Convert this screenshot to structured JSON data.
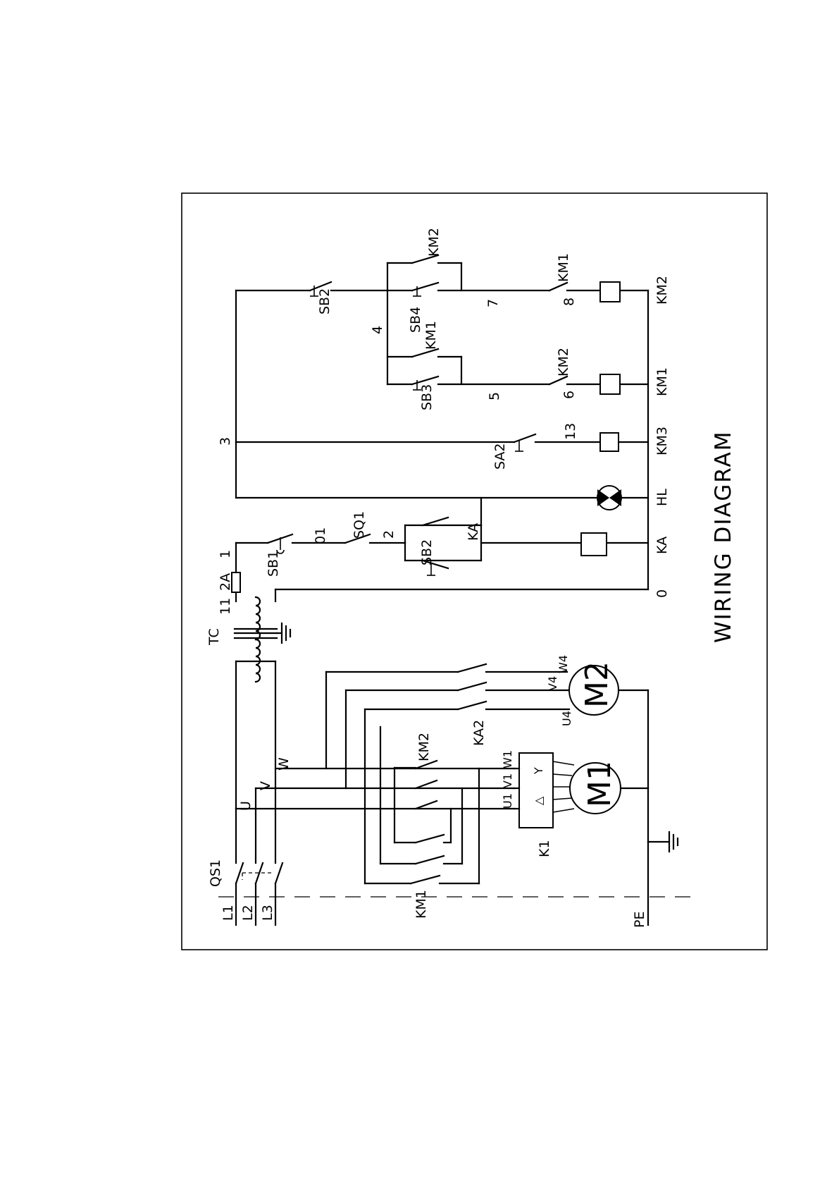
{
  "title": "WIRING DIAGRAM",
  "power_labels": {
    "l1": "L1",
    "l2": "L2",
    "l3": "L3",
    "pe": "PE",
    "qs1": "QS1",
    "u": "U",
    "v": "V",
    "w": "W"
  },
  "motor_labels": {
    "km1": "KM1",
    "km2": "KM2",
    "ka2": "KA2",
    "k1": "K1",
    "u1": "U1",
    "v1": "V1",
    "w1": "W1",
    "u4": "U4",
    "v4": "V4",
    "w4": "W4",
    "m1": "M1",
    "m2": "M2",
    "delta": "△",
    "star": "Y"
  },
  "transformer_labels": {
    "tc": "TC",
    "n11": "11",
    "fuse": "2A",
    "n1": "1"
  },
  "control_labels": {
    "sb1": "SB1",
    "n01": "01",
    "sq1": "SQ1",
    "n2": "2",
    "sb2a": "SB2",
    "kaContact": "KA",
    "n3": "3",
    "sa2": "SA2",
    "n13": "13",
    "sb3": "SB3",
    "km1a": "KM1",
    "n5": "5",
    "km2nc": "KM2",
    "n6": "6",
    "n4": "4",
    "sb2b": "SB2",
    "sb4": "SB4",
    "km2a": "KM2",
    "n7": "7",
    "km1nc": "KM1",
    "n8": "8"
  },
  "coil_labels": {
    "n0": "0",
    "ka": "KA",
    "hl": "HL",
    "km3": "KM3",
    "km1": "KM1",
    "km2": "KM2"
  }
}
